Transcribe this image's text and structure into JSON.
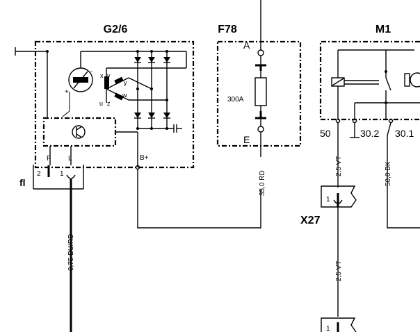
{
  "components": {
    "alternator": {
      "label": "G2/6"
    },
    "fuse": {
      "label": "F78",
      "rating": "300A",
      "pin_top": "A",
      "pin_bottom": "E"
    },
    "starter": {
      "label": "M1",
      "pin_50": "50",
      "pin_30_2": "30.2",
      "pin_30_1": "30.1"
    },
    "connector": {
      "label": "X27",
      "pin": "1"
    }
  },
  "alternator_pins": {
    "f_label": "F",
    "l_label": "L",
    "pin2": "2",
    "pin1": "1",
    "bplus": "B+",
    "plug_symbol": "fl",
    "stator_x": "x",
    "stator_y": "y",
    "stator_z": "z",
    "stator_u": "u",
    "stator_v": "v",
    "stator_w": "w",
    "plus": "+",
    "minus": "-"
  },
  "wires": {
    "l_wire": "0,75 BU/RD",
    "bplus_wire": "35,0 RD",
    "starter_50_wire": "2,5 VT",
    "x27_wire": "2,5 VT",
    "starter_30_wire": "50,0 BK"
  }
}
